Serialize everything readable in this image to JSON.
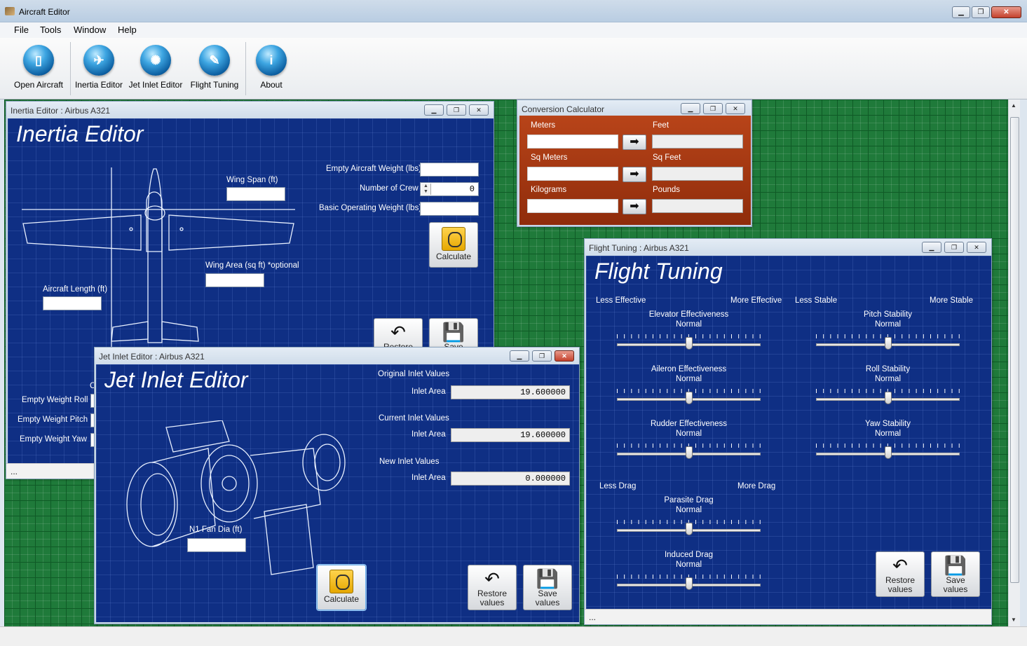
{
  "app": {
    "title": "Aircraft Editor"
  },
  "menu": [
    "File",
    "Tools",
    "Window",
    "Help"
  ],
  "toolbar": {
    "open": "Open Aircraft",
    "inertia": "Inertia Editor",
    "jet": "Jet Inlet Editor",
    "flight": "Flight Tuning",
    "about": "About"
  },
  "inertia": {
    "window_title": "Inertia Editor : Airbus A321",
    "heading": "Inertia Editor",
    "wing_span": "Wing Span (ft)",
    "wing_area": "Wing Area (sq ft) *optional",
    "aircraft_length": "Aircraft Length (ft)",
    "empty_weight": "Empty Aircraft Weight (lbs)",
    "crew": "Number of Crew",
    "crew_value": "0",
    "bow": "Basic Operating Weight (lbs)",
    "calculate": "Calculate",
    "restore": "Restore",
    "save": "Save",
    "roll": "Empty Weight Roll",
    "pitch": "Empty Weight Pitch",
    "yaw": "Empty Weight Yaw",
    "c_fragment": "C",
    "status": "..."
  },
  "conversion": {
    "window_title": "Conversion Calculator",
    "meters": "Meters",
    "feet": "Feet",
    "sq_meters": "Sq Meters",
    "sq_feet": "Sq Feet",
    "kilograms": "Kilograms",
    "pounds": "Pounds"
  },
  "jet": {
    "window_title": "Jet Inlet Editor : Airbus A321",
    "heading": "Jet Inlet Editor",
    "original": "Original Inlet Values",
    "current": "Current Inlet Values",
    "new": "New Inlet Values",
    "inlet_area": "Inlet Area",
    "original_value": "19.600000",
    "current_value": "19.600000",
    "new_value": "0.000000",
    "fan_dia": "N1 Fan Dia (ft)",
    "calculate": "Calculate",
    "restore_line1": "Restore",
    "restore_line2": "values",
    "save_line1": "Save",
    "save_line2": "values"
  },
  "flight": {
    "window_title": "Flight Tuning : Airbus A321",
    "heading": "Flight Tuning",
    "less_effective": "Less Effective",
    "more_effective": "More Effective",
    "less_stable": "Less Stable",
    "more_stable": "More Stable",
    "less_drag": "Less Drag",
    "more_drag": "More Drag",
    "normal": "Normal",
    "elevator": "Elevator Effectiveness",
    "aileron": "Aileron Effectiveness",
    "rudder": "Rudder Effectiveness",
    "pitch": "Pitch Stability",
    "roll": "Roll Stability",
    "yaw": "Yaw Stability",
    "parasite": "Parasite Drag",
    "induced": "Induced Drag",
    "slider_level": 0.5,
    "restore_line1": "Restore",
    "restore_line2": "values",
    "save_line1": "Save",
    "save_line2": "values",
    "status": "..."
  }
}
